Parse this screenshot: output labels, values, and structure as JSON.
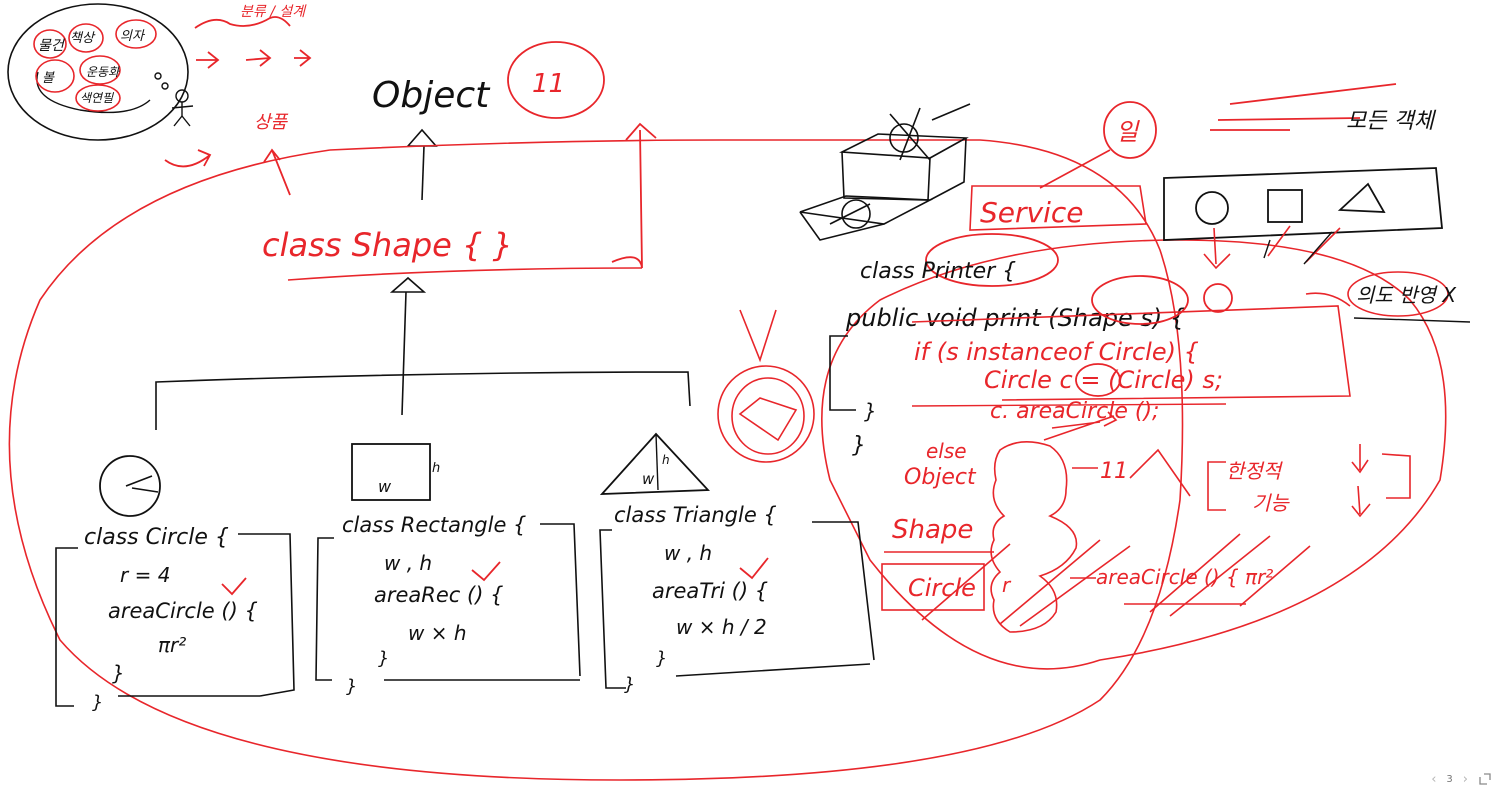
{
  "colors": {
    "ink": "#111111",
    "marker": "#e8262b",
    "pager": "#8a8a8a"
  },
  "labels": {
    "object": "Object",
    "object_eq": "11",
    "shape_class": "class Shape {      }",
    "circle_class": "class Circle {",
    "circle_r": "r = 4",
    "circle_area": "areaCircle () {",
    "circle_formula": "πr²",
    "circle_close_inner": "}",
    "circle_close_outer": "}",
    "rect_w_label": "w",
    "rect_h_label": "h",
    "rect_class": "class Rectangle {",
    "rect_fields": "w , h",
    "rect_area": "areaRec () {",
    "rect_formula": "w × h",
    "rect_close_inner": "}",
    "rect_close_outer": "}",
    "tri_w_label": "w",
    "tri_h_label": "h",
    "tri_class": "class Triangle {",
    "tri_fields": "w , h",
    "tri_area": "areaTri () {",
    "tri_formula": "w × h / 2",
    "tri_close_inner": "}",
    "tri_close_outer": "}",
    "service": "Service",
    "work": "일",
    "all_objects": "모든 객체",
    "printer_class": "class Printer {",
    "print_method": "public void print (Shape s) {",
    "intent": "의도 반영 X",
    "if_line": "if (s instanceof Circle) {",
    "cast_line": "Circle c = (Circle) s;",
    "call_line": "c. areaCircle ();",
    "if_close": "}",
    "method_close": "}",
    "else_label": "else",
    "mem_object": "Object",
    "mem_eq": "11",
    "mem_shape": "Shape",
    "mem_circle": "Circle",
    "mem_r": "r",
    "mem_area": "areaCircle () { πr²",
    "note_limited": "한정적",
    "note_func": "기능",
    "corner_1": "물건",
    "corner_2": "책상",
    "corner_3": "의자",
    "corner_4": "볼",
    "corner_5": "운동화",
    "corner_6": "색연필",
    "class_instance": "분류 / 설계",
    "abstract": "상품"
  },
  "pager": {
    "prev": "‹",
    "page": "3",
    "next": "›",
    "expand": "expand-icon"
  }
}
